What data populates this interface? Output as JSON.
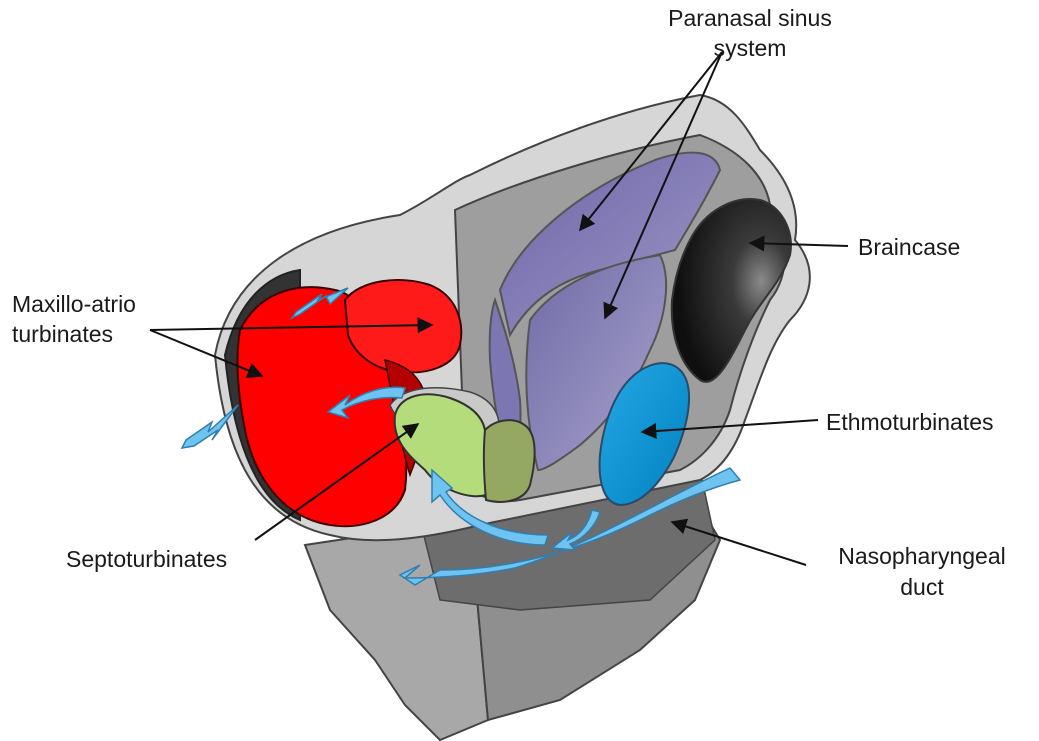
{
  "labels": {
    "paranasal_line1": "Paranasal sinus",
    "paranasal_line2": "system",
    "braincase": "Braincase",
    "maxillo_line1": "Maxillo-atrio",
    "maxillo_line2": "turbinates",
    "ethmoturbinates": "Ethmoturbinates",
    "septoturbinates": "Septoturbinates",
    "nasopharyngeal_line1": "Nasopharyngeal",
    "nasopharyngeal_line2": "duct"
  },
  "colors": {
    "skull_light": "#d9d9d9",
    "skull_mid": "#a6a6a6",
    "skull_dark": "#6e6e6e",
    "maxillo_red": "#ff0000",
    "sinus_purple": "#8a84b8",
    "braincase_dark": "#3a3a3a",
    "ethmo_blue": "#0099d6",
    "septo_green": "#b4dc7a",
    "airflow_blue": "#6ec3f0"
  }
}
